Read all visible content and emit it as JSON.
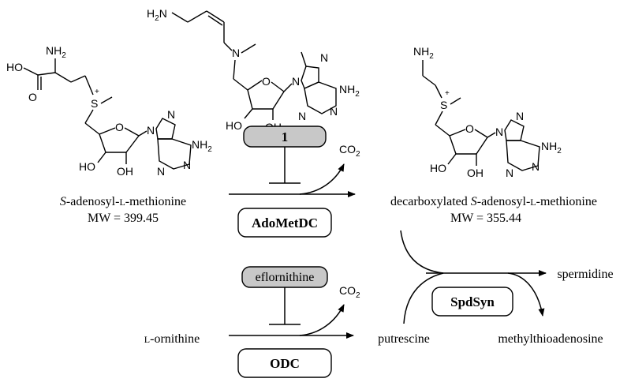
{
  "reaction1": {
    "substrate": {
      "prefix": "S",
      "text": "-adenosyl-",
      "small": "L",
      "suffix": "-methionine",
      "mw": "MW = 399.45"
    },
    "product": {
      "text1": "decarboxylated ",
      "prefix": "S",
      "text2": "-adenosyl-",
      "small": "L",
      "suffix": "-methionine",
      "mw": "MW = 355.44"
    },
    "enzyme": "AdoMetDC",
    "inhibitor": "1",
    "byproduct": {
      "main": "CO",
      "sub": "2"
    }
  },
  "reaction2": {
    "substrate": {
      "small": "L",
      "suffix": "-ornithine"
    },
    "product": "putrescine",
    "enzyme": "ODC",
    "inhibitor": "eflornithine",
    "byproduct": {
      "main": "CO",
      "sub": "2"
    }
  },
  "reaction3": {
    "enzyme": "SpdSyn",
    "product": "spermidine",
    "byproduct": "methylthioadenosine"
  },
  "atoms": {
    "HO": "HO",
    "OH": "OH",
    "O": "O",
    "N": "N",
    "S": "S",
    "plus": "+",
    "NH": "NH",
    "two": "2",
    "H2N_H": "H",
    "H2N_2": "2",
    "H2N_N": "N"
  },
  "colors": {
    "inhibitor_fill": "#c8c8c8",
    "box_fill": "#ffffff",
    "line": "#000000"
  }
}
